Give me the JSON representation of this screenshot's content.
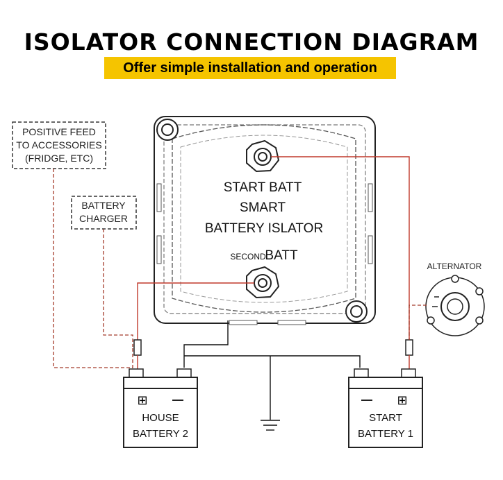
{
  "title": "ISOLATOR CONNECTION DIAGRAM",
  "subtitle": "Offer simple installation and operation",
  "accessories_box": {
    "line1": "POSITIVE FEED",
    "line2": "TO ACCESSORIES",
    "line3": "(FRIDGE, ETC)"
  },
  "charger_box": {
    "line1": "BATTERY",
    "line2": "CHARGER"
  },
  "isolator": {
    "start_batt_label": "START BATT",
    "line2": "SMART",
    "line3": "BATTERY  ISLATOR",
    "second_small": "SECOND",
    "second_batt": "BATT"
  },
  "alternator_label": "ALTERNATOR",
  "house_battery": {
    "line1": "HOUSE",
    "line2": "BATTERY  2"
  },
  "start_battery": {
    "line1": "START",
    "line2": "BATTERY  1"
  },
  "colors": {
    "accent": "#f5c400",
    "wire_red": "#c0392b",
    "wire_dashed": "#a33a2a",
    "black": "#111111"
  }
}
